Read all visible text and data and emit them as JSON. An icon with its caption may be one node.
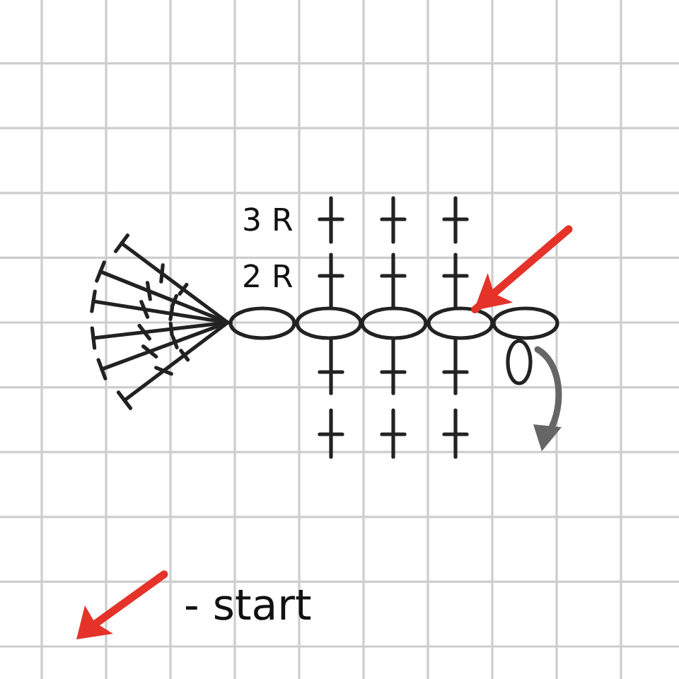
{
  "diagram": {
    "nodes": [
      {
        "text": [],
        "shape": "ellipse"
      },
      {
        "text": [],
        "shape": "ellipse"
      },
      {
        "text": [],
        "shape": "ellipse"
      },
      {
        "text": [],
        "shape": "ellipse"
      },
      {
        "text": [],
        "shape": "ellipse"
      },
      {
        "text": [],
        "shape": "ellipse"
      }
    ],
    "edges": [
      {
        "from": null,
        "to": 3,
        "arrow": "to"
      }
    ],
    "labels": [
      "3 R",
      "2 R"
    ],
    "legend": [
      {
        "text": "- start"
      }
    ]
  }
}
